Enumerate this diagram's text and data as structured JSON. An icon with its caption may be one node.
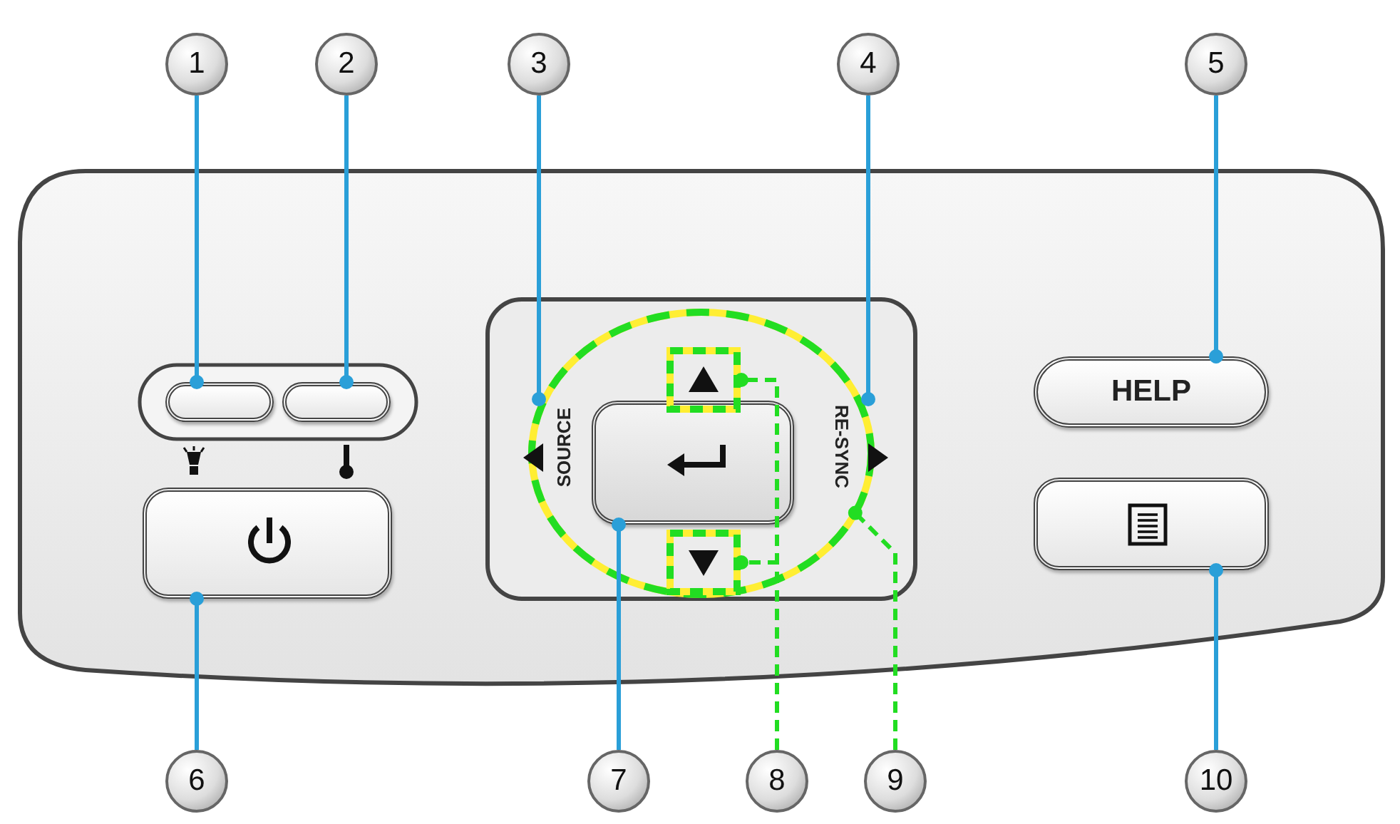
{
  "diagram": {
    "nodes": [
      {
        "text": [
          "1"
        ]
      },
      {
        "text": [
          "2"
        ]
      },
      {
        "text": [
          "3"
        ]
      },
      {
        "text": [
          "4"
        ]
      },
      {
        "text": [
          "5"
        ]
      },
      {
        "text": [
          "6"
        ]
      },
      {
        "text": [
          "7"
        ]
      },
      {
        "text": [
          "8"
        ]
      },
      {
        "text": [
          "9"
        ]
      },
      {
        "text": [
          "10"
        ]
      },
      {
        "text": [],
        "shape": "box"
      },
      {
        "text": [],
        "shape": "box"
      },
      {
        "text": [
          "SOURCE"
        ]
      },
      {
        "text": [
          "RE-SYNC"
        ]
      },
      {
        "text": [
          "HELP"
        ]
      },
      {
        "text": [],
        "shape": "box"
      },
      {
        "text": [],
        "shape": "box",
        "in": 19
      },
      {
        "text": [],
        "shape": "box",
        "in": 19
      },
      {
        "text": [],
        "shape": "box",
        "in": 19
      },
      {
        "text": [],
        "shape": "circle"
      },
      {
        "text": [],
        "shape": "box"
      }
    ],
    "edges": [
      {
        "from": 0,
        "to": 10,
        "arrow": "other"
      },
      {
        "from": 1,
        "to": 11,
        "arrow": "other"
      },
      {
        "from": 2,
        "to": 12,
        "arrow": "other"
      },
      {
        "from": 3,
        "to": 13,
        "arrow": "other"
      },
      {
        "from": 4,
        "to": 14,
        "arrow": "other"
      },
      {
        "from": 5,
        "to": 15,
        "arrow": "other"
      },
      {
        "from": 6,
        "to": 16,
        "arrow": "other"
      },
      {
        "from": 7,
        "to": 17,
        "arrow": "other",
        "style": "dashed",
        "color": "#22dd22"
      },
      {
        "from": 7,
        "to": 18,
        "arrow": "other",
        "style": "dashed",
        "color": "#22dd22"
      },
      {
        "from": 8,
        "to": 19,
        "arrow": "other",
        "style": "dashed",
        "color": "#22dd22"
      },
      {
        "from": 9,
        "to": 20,
        "arrow": "other"
      }
    ]
  }
}
